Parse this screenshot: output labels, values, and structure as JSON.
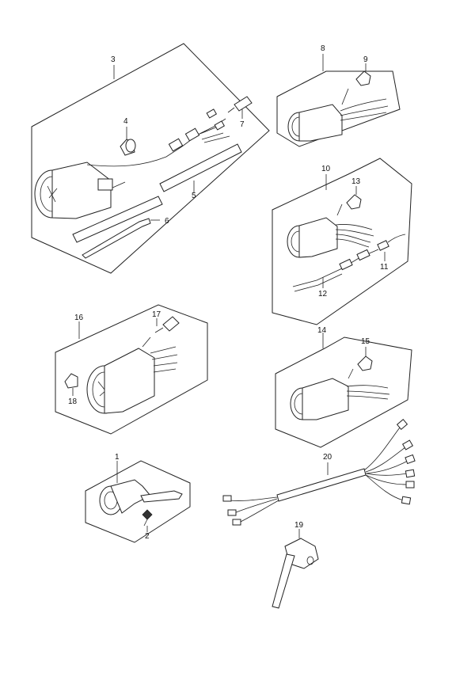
{
  "callouts": {
    "c1": "1",
    "c2": "2",
    "c3": "3",
    "c4": "4",
    "c5": "5",
    "c6": "6",
    "c7": "7",
    "c8": "8",
    "c9": "9",
    "c10": "10",
    "c11": "11",
    "c12": "12",
    "c13": "13",
    "c14": "14",
    "c15": "15",
    "c16": "16",
    "c17": "17",
    "c18": "18",
    "c19": "19",
    "c20": "20"
  },
  "colors": {
    "ink": "#222222",
    "paper": "#ffffff"
  }
}
